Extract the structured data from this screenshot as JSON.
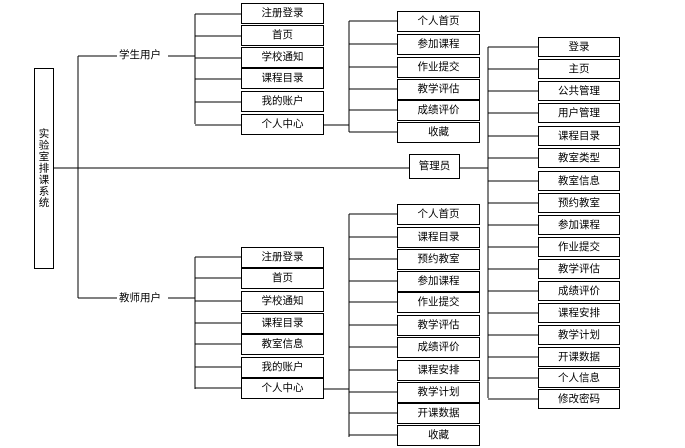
{
  "root": "实验室排课系统",
  "student": {
    "label": "学生用户",
    "items": [
      "注册登录",
      "首页",
      "学校通知",
      "课程目录",
      "我的账户",
      "个人中心"
    ],
    "center": [
      "个人首页",
      "参加课程",
      "作业提交",
      "教学评估",
      "成绩评价",
      "收藏"
    ]
  },
  "admin": {
    "label": "管理员",
    "items": [
      "登录",
      "主页",
      "公共管理",
      "用户管理",
      "课程目录",
      "教室类型",
      "教室信息",
      "预约教室",
      "参加课程",
      "作业提交",
      "教学评估",
      "成绩评价",
      "课程安排",
      "教学计划",
      "开课数据",
      "个人信息",
      "修改密码"
    ]
  },
  "teacher": {
    "label": "教师用户",
    "items": [
      "注册登录",
      "首页",
      "学校通知",
      "课程目录",
      "教室信息",
      "我的账户",
      "个人中心"
    ],
    "center": [
      "个人首页",
      "课程目录",
      "预约教室",
      "参加课程",
      "作业提交",
      "教学评估",
      "成绩评价",
      "课程安排",
      "教学计划",
      "开课数据",
      "收藏"
    ]
  }
}
